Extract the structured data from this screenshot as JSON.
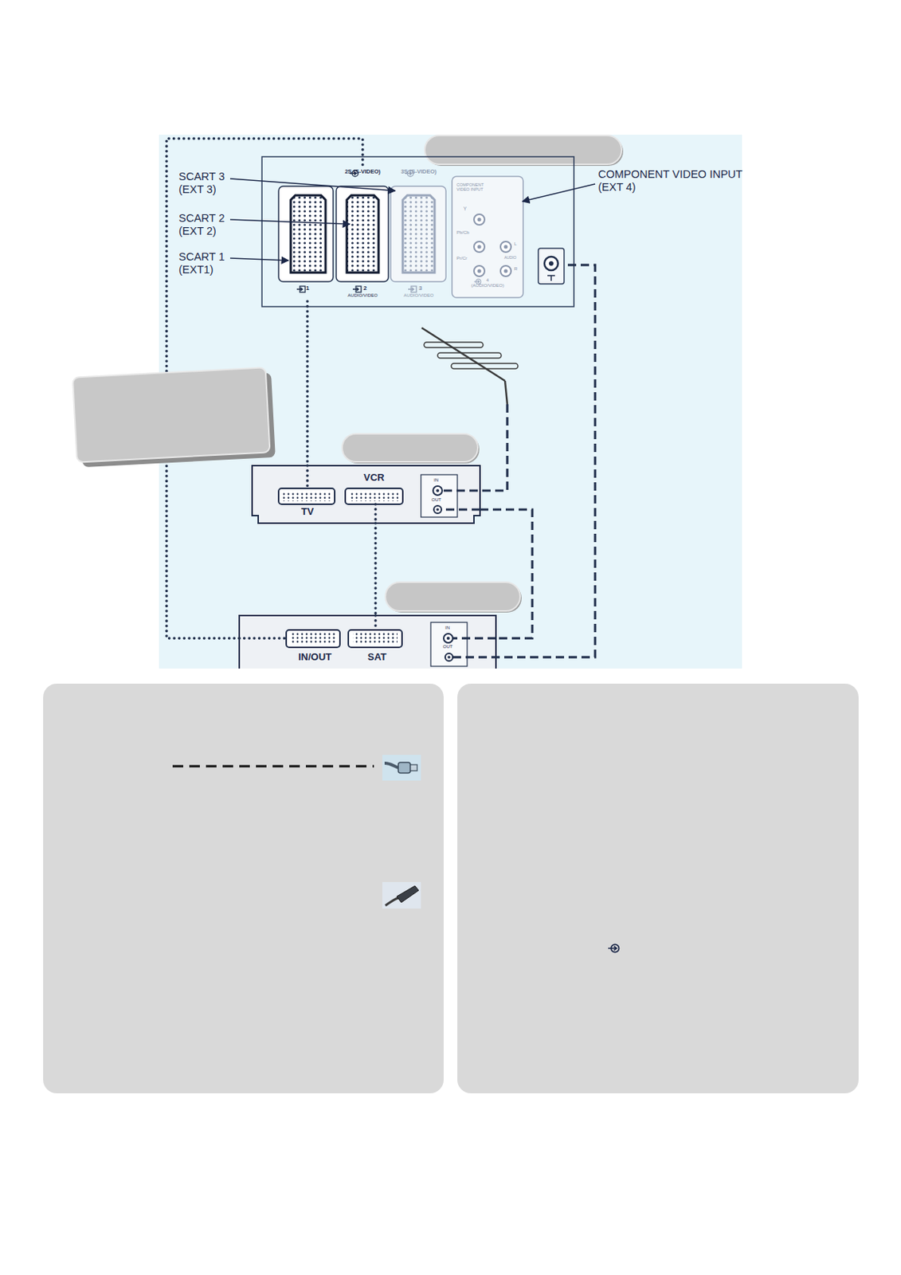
{
  "diagram": {
    "nodes": [
      {
        "text": [
          "1"
        ]
      },
      {
        "text": [
          "2S (S-VIDEO)",
          "2",
          "AUDIO/VIDEO"
        ]
      },
      {
        "text": [
          "3S (S-VIDEO)",
          "3",
          "AUDIO/VIDEO"
        ]
      },
      {
        "text": [
          "COMPONENT VIDEO INPUT",
          "Y",
          "Pb/Cb",
          "Pr/Cr",
          "L",
          "AUDIO",
          "R",
          "4 (AUDIO/VIDEO)"
        ]
      },
      {
        "text": [
          "VCR",
          "TV",
          "IN",
          "OUT"
        ]
      },
      {
        "text": [
          "IN/OUT",
          "SAT",
          "IN",
          "OUT"
        ]
      }
    ],
    "edges": [
      {
        "from": 0,
        "to": 4,
        "arrow": "none"
      },
      {
        "from": 4,
        "to": 5,
        "arrow": "none"
      },
      {
        "from": 5,
        "to": 1,
        "arrow": "none"
      },
      {
        "from": 4,
        "to": 5,
        "arrow": "none"
      }
    ],
    "labels": [
      "SCART 3 (EXT 3)",
      "SCART 2 (EXT 2)",
      "SCART 1 (EXT1)",
      "COMPONENT VIDEO INPUT (EXT 4)"
    ]
  }
}
